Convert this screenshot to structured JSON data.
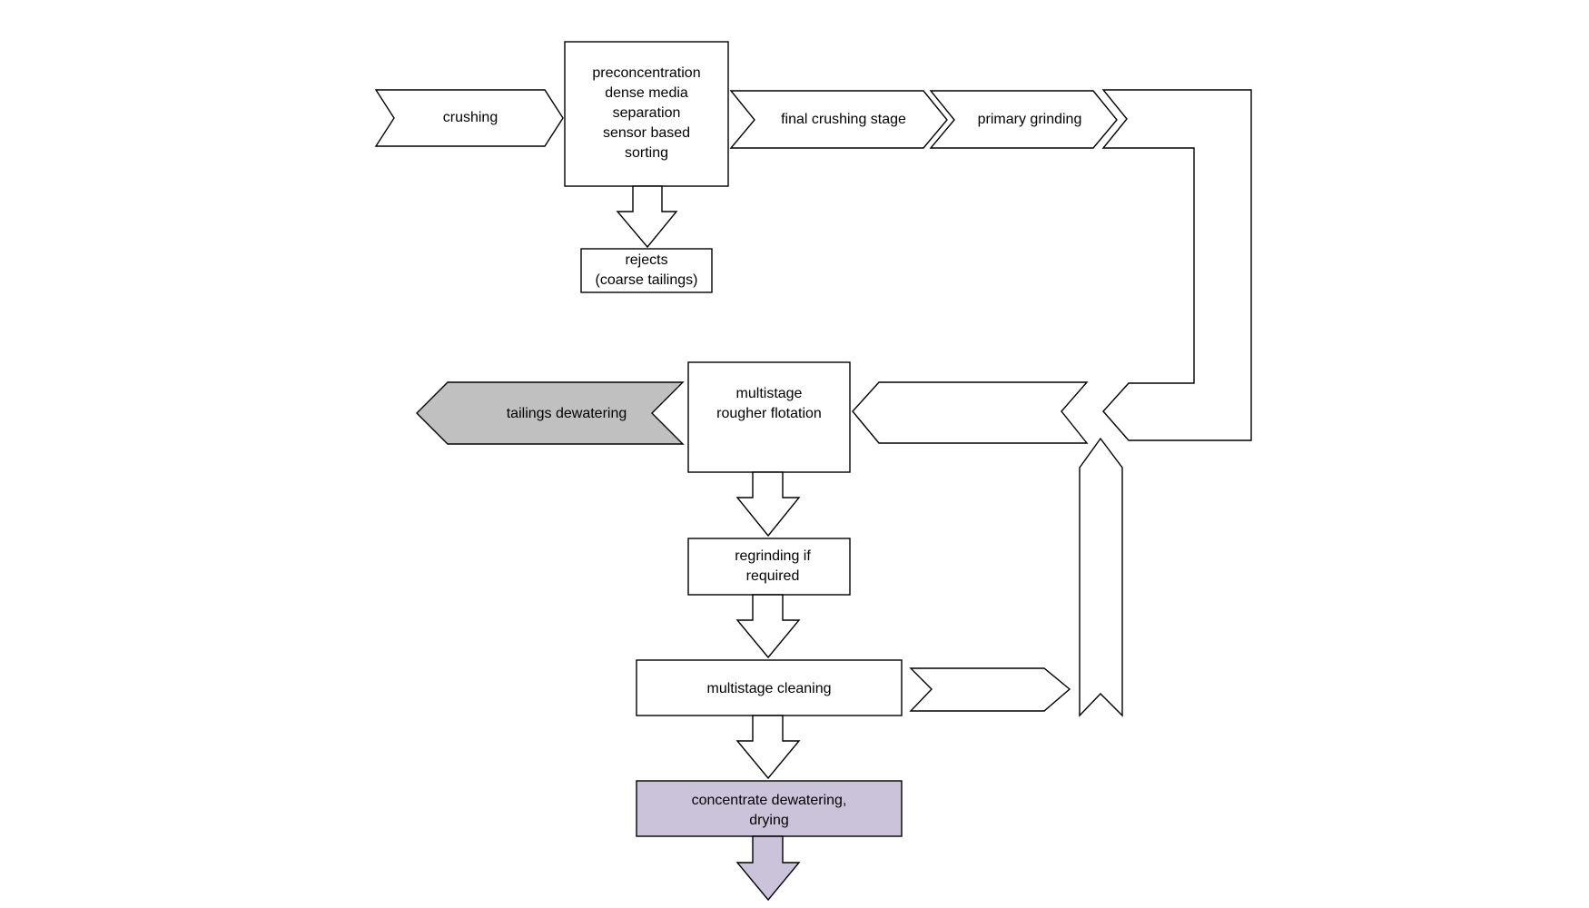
{
  "colors": {
    "stroke": "#000000",
    "fill_default": "#ffffff",
    "fill_tailings": "#c0c0c0",
    "fill_concentrate": "#cbc3da"
  },
  "steps": {
    "crushing": [
      "crushing"
    ],
    "preconcentration": [
      "preconcentration",
      "dense media",
      "separation",
      "sensor based",
      "sorting"
    ],
    "rejects": [
      "rejects",
      "(coarse tailings)"
    ],
    "final_crushing": [
      "final crushing stage"
    ],
    "primary_grinding": [
      "primary grinding"
    ],
    "rougher_flotation": [
      "multistage",
      "rougher flotation"
    ],
    "tailings_dewatering": [
      "tailings dewatering"
    ],
    "regrinding": [
      "regrinding if",
      "required"
    ],
    "cleaning": [
      "multistage cleaning"
    ],
    "concentrate": [
      "concentrate dewatering,",
      "drying"
    ]
  }
}
